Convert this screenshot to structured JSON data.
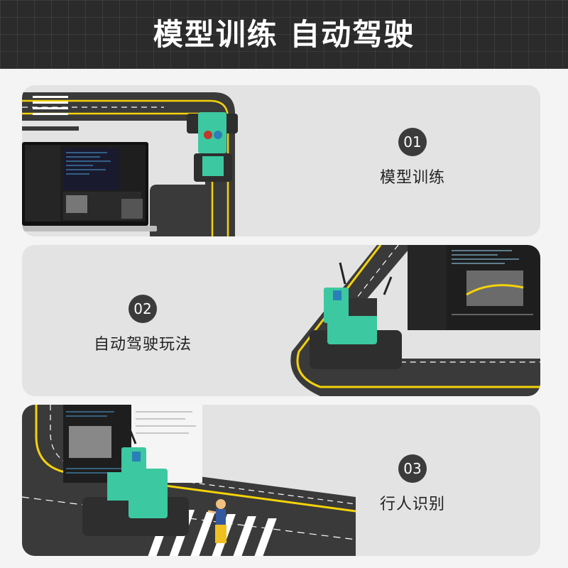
{
  "header": {
    "title": "模型训练 自动驾驶"
  },
  "items": [
    {
      "number": "01",
      "label": "模型训练"
    },
    {
      "number": "02",
      "label": "自动驾驶玩法"
    },
    {
      "number": "03",
      "label": "行人识别"
    }
  ],
  "colors": {
    "header_bg": "#2b2b2b",
    "panel_bg": "#e3e3e3",
    "road": "#3a3a3a",
    "road_edge": "#f5d20a",
    "robot": "#3cc8a0",
    "badge": "#3b3b3b"
  },
  "images": {
    "panel1": "laptop showing code and road view beside robot car on track",
    "panel2": "tank robot car on curved road track with code screenshot",
    "panel3": "robot car on track approaching pedestrian on crosswalk"
  }
}
